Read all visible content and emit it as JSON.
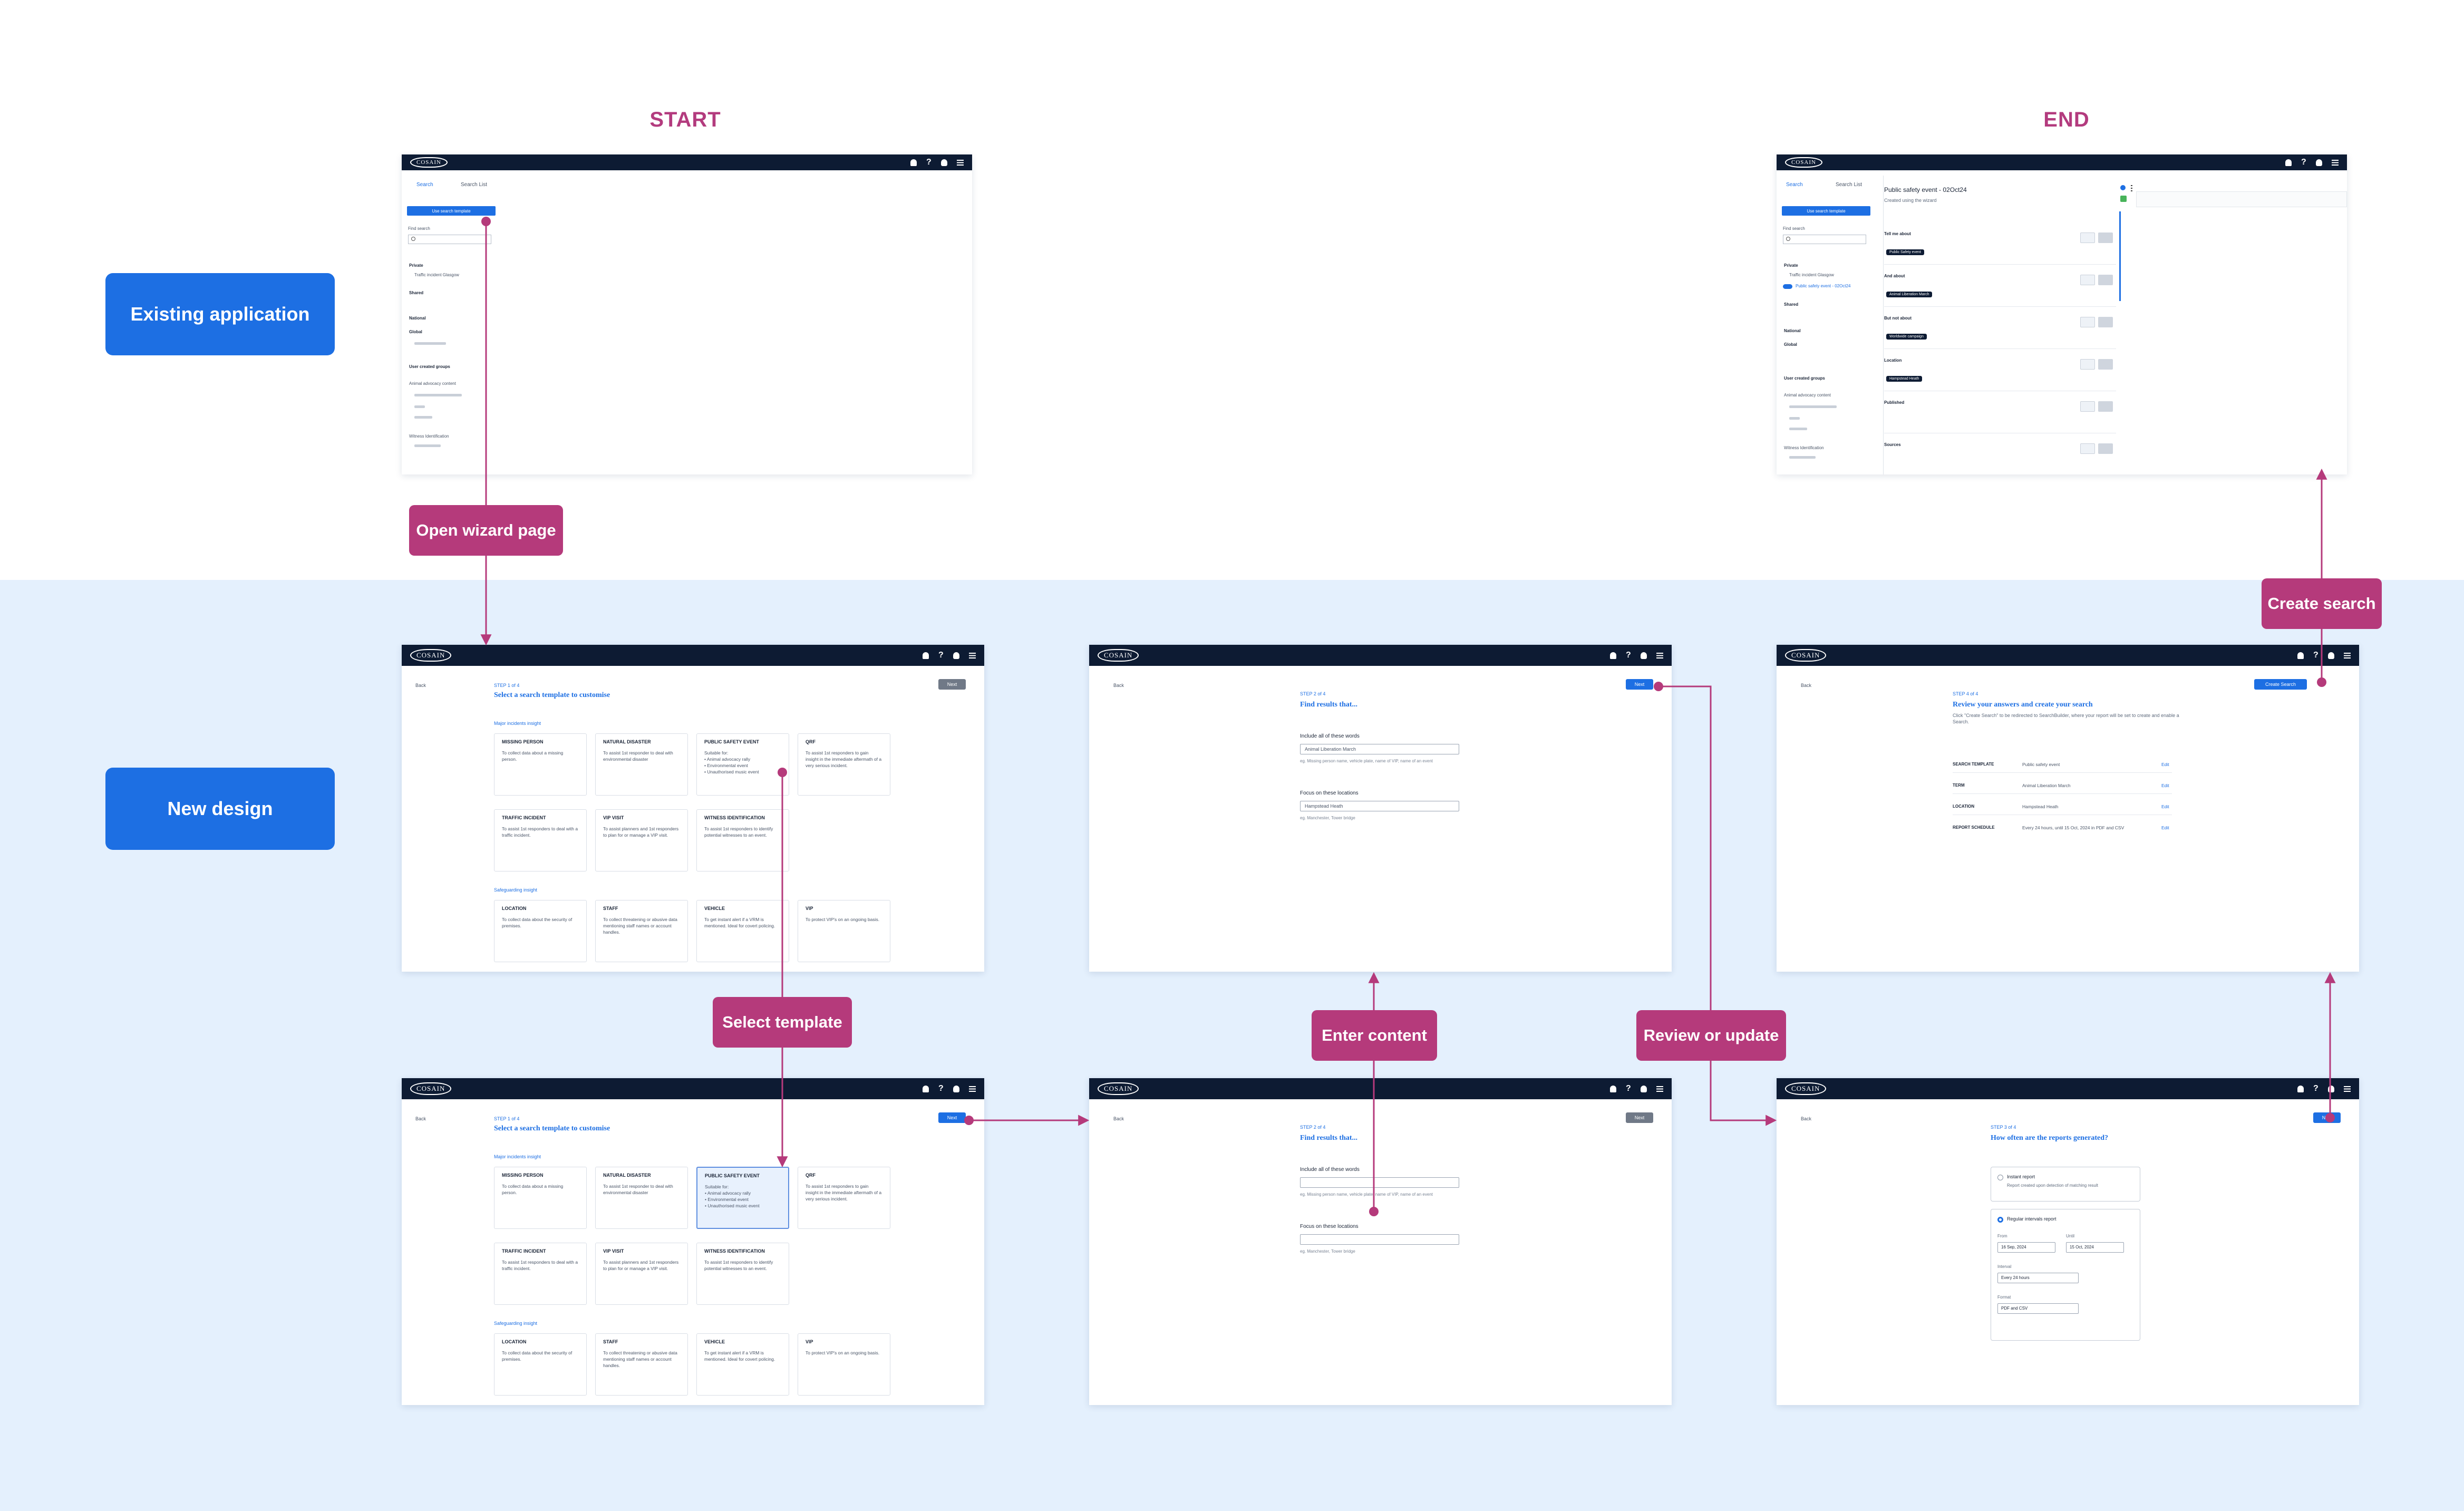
{
  "headers": {
    "start": "START",
    "end": "END"
  },
  "rows": {
    "existing": "Existing application",
    "new_design": "New design"
  },
  "steps": {
    "open_wizard": "Open wizard page",
    "select_template": "Select template",
    "enter_content": "Enter content",
    "review_update": "Review or update",
    "create_search": "Create search"
  },
  "colors": {
    "accent": "#b53a7b",
    "primary": "#1d6fe3",
    "appbar": "#0d1b33",
    "band": "#e4f0fd"
  },
  "app": {
    "logo": "COSAIN",
    "icons": [
      "bell-icon",
      "help-icon",
      "user-icon",
      "menu-icon"
    ],
    "tab_search": "Search",
    "tab_search_list": "Search List",
    "use_template_btn": "Use search template",
    "find_search": "Find search",
    "private": "Private",
    "shared": "Shared",
    "national": "National",
    "global": "Global",
    "user_groups": "User created groups",
    "animal_group": "Animal advocacy content",
    "witness_group": "Witness Identification",
    "traffic_item": "Traffic incident Glasgow",
    "end_title": "Public safety event - 02Oct24",
    "end_sub": "Created using the wizard",
    "end_search_item": "Public safety event - 02Oct24"
  },
  "template": {
    "back": "Back",
    "step": "STEP 1 of 4",
    "title": "Select a search template to customise",
    "next": "Next",
    "major": "Major incidents insight",
    "safeguarding": "Safeguarding insight",
    "cards": [
      {
        "title": "MISSING PERSON",
        "desc": "To collect data about a missing person."
      },
      {
        "title": "NATURAL DISASTER",
        "desc": "To assist 1st responder to deal with environmental disaster"
      },
      {
        "title": "PUBLIC SAFETY EVENT",
        "desc": "Suitable for:\n• Animal advocacy rally\n• Environmental event\n• Unauthorised music event"
      },
      {
        "title": "QRF",
        "desc": "To assist 1st responders to gain insight in the immediate aftermath of a very serious incident."
      },
      {
        "title": "TRAFFIC INCIDENT",
        "desc": "To assist 1st responders to deal with a traffic incident."
      },
      {
        "title": "VIP VISIT",
        "desc": "To assist planners and 1st responders to plan for or manage a VIP visit."
      },
      {
        "title": "WITNESS IDENTIFICATION",
        "desc": "To assist 1st responders to identify potential witnesses to an event."
      }
    ],
    "safe_cards": [
      {
        "title": "LOCATION",
        "desc": "To collect data about the security of premises."
      },
      {
        "title": "STAFF",
        "desc": "To collect threatening or abusive data mentioning staff names or account handles."
      },
      {
        "title": "VEHICLE",
        "desc": "To get instant alert if a VRM is mentioned. Ideal for covert policing."
      },
      {
        "title": "VIP",
        "desc": "To protect VIP's on an ongoing basis."
      }
    ]
  },
  "find": {
    "back": "Back",
    "step": "STEP 2 of 4",
    "title": "Find results that...",
    "next": "Next",
    "words_label": "Include all of these words",
    "words_value": "Animal Liberation March",
    "words_hint": "eg. Missing person name, vehicle plate, name of VIP, name of an event",
    "loc_label": "Focus on these locations",
    "loc_value": "Hampstead Heath",
    "loc_hint": "eg. Manchester, Tower bridge"
  },
  "schedule": {
    "back": "Back",
    "step": "STEP 3 of 4",
    "title": "How often are the reports generated?",
    "next": "Next",
    "instant": "Instant report",
    "instant_desc": "Report created upon detection of matching result",
    "regular": "Regular intervals report",
    "from_label": "From",
    "from_value": "16 Sep, 2024",
    "until_label": "Until",
    "until_value": "15 Oct, 2024",
    "interval_label": "Interval",
    "interval_value": "Every 24 hours",
    "format_label": "Format",
    "format_value": "PDF and CSV"
  },
  "review": {
    "back": "Back",
    "step": "STEP 4 of 4",
    "title": "Review your answers and create your search",
    "desc": "Click \"Create Search\" to be redirected to SearchBuilder, where your report will be set to create and enable a Search.",
    "create": "Create Search",
    "rows": [
      {
        "k": "SEARCH TEMPLATE",
        "v": "Public safety event",
        "e": "Edit"
      },
      {
        "k": "TERM",
        "v": "Animal Liberation March",
        "e": "Edit"
      },
      {
        "k": "LOCATION",
        "v": "Hampstead Heath",
        "e": "Edit"
      },
      {
        "k": "REPORT SCHEDULE",
        "v": "Every 24 hours, until 15 Oct, 2024 in PDF and CSV",
        "e": "Edit"
      }
    ]
  },
  "end_panel": {
    "rows": [
      {
        "k": "Tell me about",
        "chip": "Public Safety event"
      },
      {
        "k": "And about",
        "chip": "Animal Liberation March"
      },
      {
        "k": "But not about",
        "chip": "Worldwide campaign"
      },
      {
        "k": "Location",
        "chip": "Hampstead Heath"
      },
      {
        "k": "Published",
        "chip": ""
      },
      {
        "k": "Sources",
        "chip": ""
      }
    ]
  }
}
